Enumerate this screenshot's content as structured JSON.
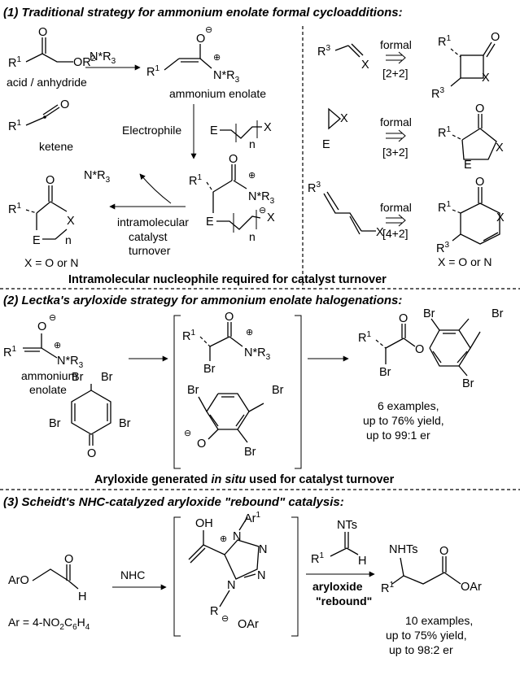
{
  "section1": {
    "header": "(1) Traditional strategy for ammonium enolate formal cycloadditions:",
    "acid_label": "acid / anhydride",
    "ketene_label": "ketene",
    "catalyst": "N*R",
    "ammonium_enolate_label": "ammonium enolate",
    "electrophile_label": "Electrophile",
    "catalyst_turnover_label": [
      "intramolecular",
      "catalyst",
      "turnover"
    ],
    "x_definition": "X = O or N",
    "cycloadditions": [
      {
        "reagent": "formal",
        "type": "[2+2]"
      },
      {
        "reagent": "formal",
        "type": "[3+2]"
      },
      {
        "reagent": "formal",
        "type": "[4+2]"
      }
    ],
    "x_definition_right": "X = O or N",
    "summary": "Intramolecular nucleophile required for catalyst turnover"
  },
  "section2": {
    "header": "(2) Lectka's aryloxide strategy for ammonium enolate halogenations:",
    "ammonium_enolate_label": [
      "ammonium",
      "enolate"
    ],
    "results": [
      "6 examples,",
      "up to 76% yield,",
      "up to 99:1 er"
    ],
    "summary_pre": "Aryloxide generated ",
    "summary_em": "in situ",
    "summary_post": " used for catalyst turnover"
  },
  "section3": {
    "header": "(3) Scheidt's NHC-catalyzed aryloxide \"rebound\" catalysis:",
    "catalyst": "NHC",
    "ar_definition": "Ar = 4-NO",
    "ar_definition_tail": "C",
    "ar_definition_end": "H",
    "arrow_label": [
      "aryloxide",
      "\"rebound\""
    ],
    "results": [
      "10 examples,",
      "up to 75% yield,",
      "up to 98:2 er"
    ]
  }
}
